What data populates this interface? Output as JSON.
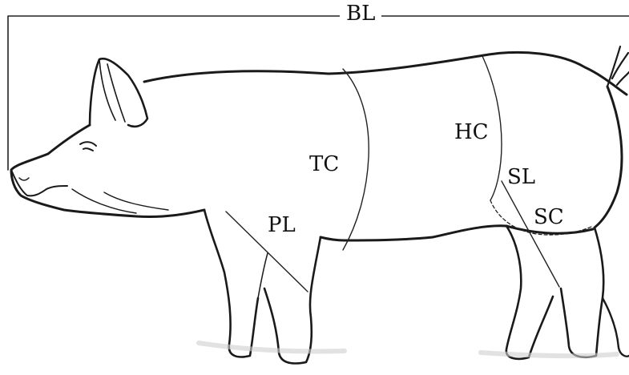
{
  "labels": {
    "bl": "BL",
    "tc": "TC",
    "hc": "HC",
    "sl": "SL",
    "sc": "SC",
    "pl": "PL"
  },
  "colors": {
    "outline": "#1a1a1a",
    "measure_line": "#222222",
    "background": "#ffffff"
  }
}
